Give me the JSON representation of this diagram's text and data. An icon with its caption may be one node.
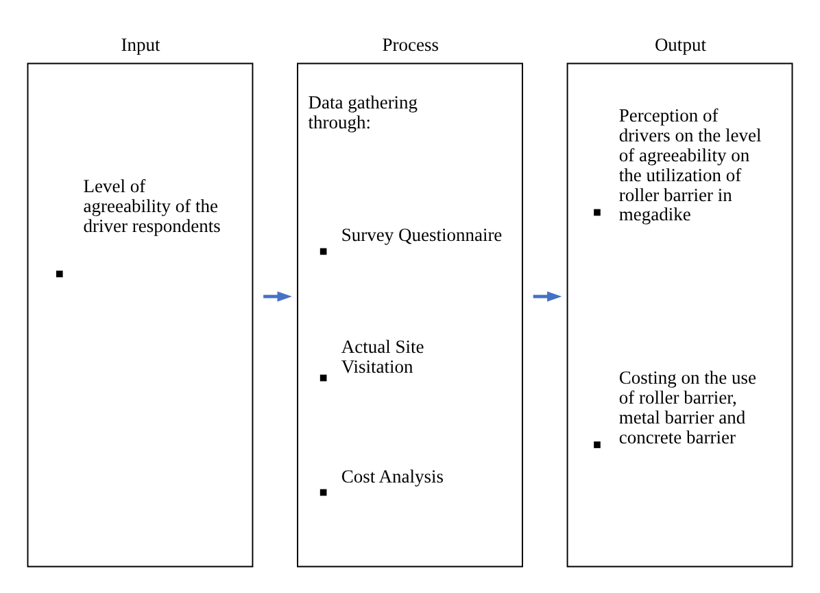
{
  "diagram": {
    "nodes": [
      {
        "text": [
          "Input",
          "Level of agreeability of the driver respondents"
        ]
      },
      {
        "text": [
          "Process",
          "Data gathering through:",
          "Survey Questionnaire",
          "Actual Site Visitation",
          "Cost Analysis"
        ]
      },
      {
        "text": [
          "Output",
          "Perception of drivers on the level of agreeability on the utilization of roller barrier in megadike",
          "Costing on the use of roller barrier, metal barrier and concrete barrier"
        ]
      }
    ],
    "edges": [
      {
        "from": 0,
        "to": 1,
        "arrow": "to"
      },
      {
        "from": 1,
        "to": 2,
        "arrow": "to"
      }
    ]
  }
}
